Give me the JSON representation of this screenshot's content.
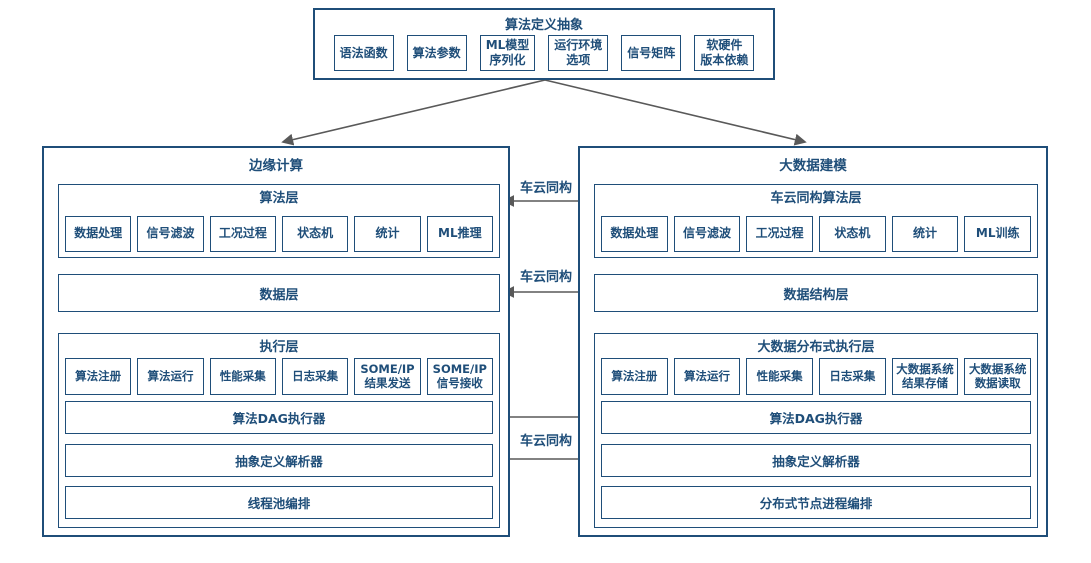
{
  "top": {
    "title": "算法定义抽象",
    "items": [
      "语法函数",
      "算法参数",
      "ML模型\n序列化",
      "运行环境\n选项",
      "信号矩阵",
      "软硬件\n版本依赖"
    ]
  },
  "left": {
    "title": "边缘计算",
    "algo_layer": {
      "title": "算法层",
      "items": [
        "数据处理",
        "信号滤波",
        "工况过程",
        "状态机",
        "统计",
        "ML推理"
      ]
    },
    "data_layer": {
      "title": "数据层"
    },
    "exec_layer": {
      "title": "执行层",
      "items": [
        "算法注册",
        "算法运行",
        "性能采集",
        "日志采集",
        "SOME/IP\n结果发送",
        "SOME/IP\n信号接收"
      ],
      "bars": [
        "算法DAG执行器",
        "抽象定义解析器",
        "线程池编排"
      ]
    }
  },
  "right": {
    "title": "大数据建模",
    "algo_layer": {
      "title": "车云同构算法层",
      "items": [
        "数据处理",
        "信号滤波",
        "工况过程",
        "状态机",
        "统计",
        "ML训练"
      ]
    },
    "data_layer": {
      "title": "数据结构层"
    },
    "exec_layer": {
      "title": "大数据分布式执行层",
      "items": [
        "算法注册",
        "算法运行",
        "性能采集",
        "日志采集",
        "大数据系统\n结果存储",
        "大数据系统\n数据读取"
      ],
      "bars": [
        "算法DAG执行器",
        "抽象定义解析器",
        "分布式节点进程编排"
      ]
    }
  },
  "connectors": {
    "labels": [
      "车云同构",
      "车云同构",
      "车云同构"
    ]
  },
  "colors": {
    "border": "#1f4e79",
    "text": "#1f4e79",
    "arrow": "#595959",
    "background": "#ffffff"
  }
}
